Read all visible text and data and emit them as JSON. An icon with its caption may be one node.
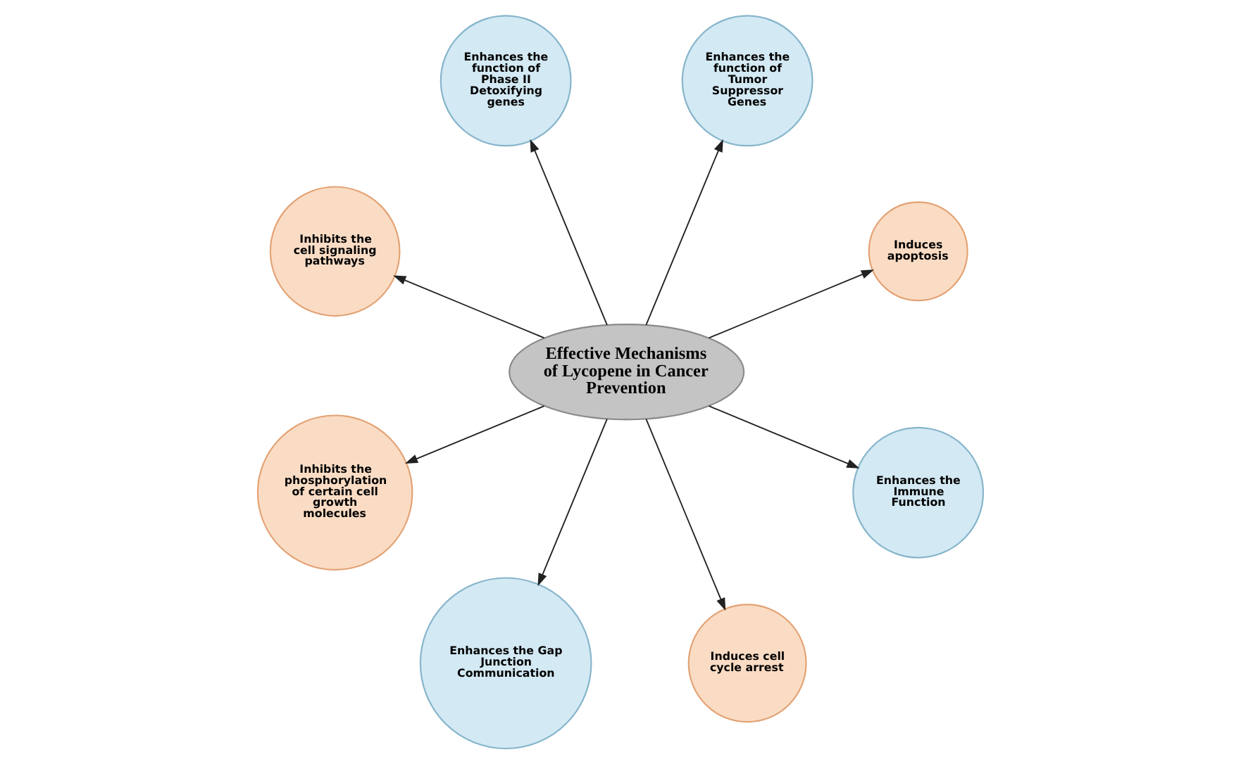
{
  "diagram": {
    "nodes": [
      {
        "text": [
          "Induces apoptosis"
        ]
      },
      {
        "text": [
          "Enhances the function of Tumor Suppressor Genes"
        ]
      },
      {
        "text": [
          "Enhances the function of Phase II Detoxifying genes"
        ]
      },
      {
        "text": [
          "Inhibits the cell signaling pathways"
        ]
      },
      {
        "text": [
          "Effective Mechanisms of Lycopene in Cancer Prevention"
        ]
      },
      {
        "text": [
          "Inhibits the phosphorylation of certain cell growth molecules"
        ]
      },
      {
        "text": [
          "Enhances the Gap Junction Communication"
        ]
      },
      {
        "text": [
          "Induces cell cycle arrest"
        ]
      },
      {
        "text": [
          "Enhances the Immune Function"
        ]
      }
    ],
    "edges": [
      {
        "from": 4,
        "to": 0,
        "arrow": "to"
      },
      {
        "from": 4,
        "to": 1,
        "arrow": "to"
      },
      {
        "from": 4,
        "to": 2,
        "arrow": "to"
      },
      {
        "from": 4,
        "to": 3,
        "arrow": "to"
      },
      {
        "from": 4,
        "to": 5,
        "arrow": "to"
      },
      {
        "from": 4,
        "to": 6,
        "arrow": "to"
      },
      {
        "from": 4,
        "to": 7,
        "arrow": "to"
      },
      {
        "from": 4,
        "to": 8,
        "arrow": "to"
      }
    ]
  }
}
